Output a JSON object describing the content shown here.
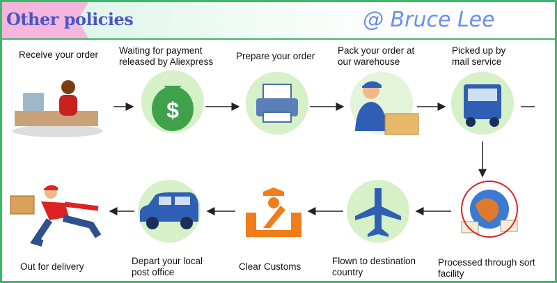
{
  "header": {
    "title": "Other policies",
    "credit": "@ Bruce Lee"
  },
  "steps": [
    {
      "label": "Receive your order",
      "icon": "person-at-computer-icon"
    },
    {
      "label": "Waiting for payment released by Aliexpress",
      "icon": "money-bag-icon"
    },
    {
      "label": "Prepare your order",
      "icon": "printer-icon"
    },
    {
      "label": "Pack your order at our warehouse",
      "icon": "worker-with-boxes-icon"
    },
    {
      "label": "Picked up by mail service",
      "icon": "truck-icon"
    },
    {
      "label": "Processed through sort facility",
      "icon": "globe-mail-icon"
    },
    {
      "label": "Flown to destination country",
      "icon": "airplane-icon"
    },
    {
      "label": "Clear Customs",
      "icon": "customs-officer-icon"
    },
    {
      "label": "Depart your local post office",
      "icon": "car-icon"
    },
    {
      "label": "Out for delivery",
      "icon": "delivery-man-icon"
    }
  ],
  "colors": {
    "border": "#3cb96a",
    "title": "#4a55c8",
    "credit": "#6a8ff0",
    "circle": "#d6f0c8"
  }
}
